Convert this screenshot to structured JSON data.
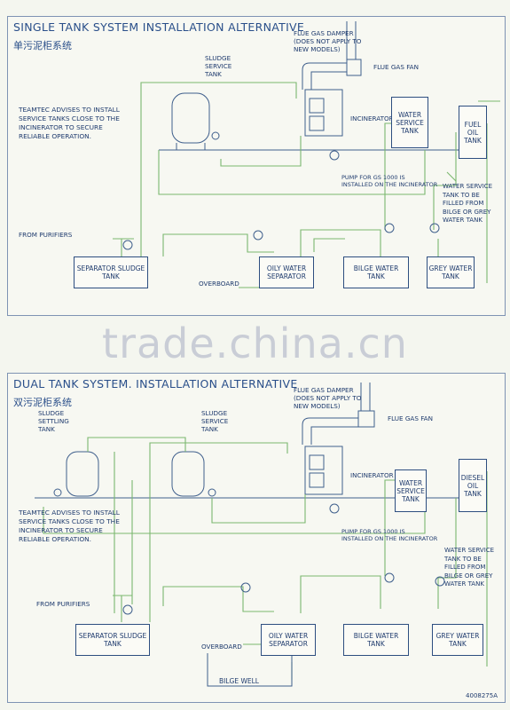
{
  "single": {
    "title": "SINGLE TANK SYSTEM INSTALLATION ALTERNATIVE",
    "title_cn": "单污泥柜系统",
    "flue_gas_damper": "FLUE GAS DAMPER\n(DOES NOT APPLY TO\nNEW MODELS)",
    "flue_gas_fan": "FLUE GAS FAN",
    "sludge_service_tank": "SLUDGE\nSERVICE\nTANK",
    "advice": "TEAMTEC ADVISES TO INSTALL\nSERVICE TANKS CLOSE TO THE\nINCINERATOR TO SECURE\nRELIABLE OPERATION.",
    "incinerator": "INCINERATOR",
    "water_service_tank": "WATER\nSERVICE\nTANK",
    "fuel_oil_tank": "FUEL\nOIL\nTANK",
    "pump_note": "PUMP FOR GS 1000 IS\nINSTALLED ON THE INCINERATOR",
    "ws_fill_note": "WATER SERVICE\nTANK TO BE\nFILLED FROM\nBILGE OR GREY\nWATER TANK",
    "from_purifiers": "FROM PURIFIERS",
    "separator_sludge_tank": "SEPARATOR SLUDGE\nTANK",
    "oily_water_separator": "OILY WATER\nSEPARATOR",
    "bilge_water_tank": "BILGE WATER\nTANK",
    "grey_water_tank": "GREY WATER\nTANK",
    "overboard": "OVERBOARD"
  },
  "dual": {
    "title": "DUAL TANK SYSTEM. INSTALLATION ALTERNATIVE",
    "title_cn": "双污泥柜系统",
    "flue_gas_damper": "FLUE GAS DAMPER\n(DOES NOT APPLY TO\nNEW MODELS)",
    "flue_gas_fan": "FLUE GAS FAN",
    "sludge_settling_tank": "SLUDGE\nSETTLING\nTANK",
    "sludge_service_tank": "SLUDGE\nSERVICE\nTANK",
    "advice": "TEAMTEC ADVISES TO INSTALL\nSERVICE TANKS CLOSE TO THE\nINCINERATOR TO SECURE\nRELIABLE OPERATION.",
    "incinerator": "INCINERATOR",
    "water_service_tank": "WATER\nSERVICE\nTANK",
    "diesel_oil_tank": "DIESEL\nOIL\nTANK",
    "pump_note": "PUMP FOR GS 1000 IS\nINSTALLED ON THE INCINERATOR",
    "ws_fill_note": "WATER SERVICE\nTANK TO BE\nFILLED FROM\nBILGE OR GREY\nWATER TANK",
    "from_purifiers": "FROM PURIFIERS",
    "separator_sludge_tank": "SEPARATOR SLUDGE\nTANK",
    "oily_water_separator": "OILY WATER\nSEPARATOR",
    "bilge_water_tank": "BILGE WATER\nTANK",
    "grey_water_tank": "GREY WATER\nTANK",
    "overboard": "OVERBOARD",
    "bilge_well": "BILGE WELL"
  },
  "watermark": "trade.china.cn",
  "doc_id": "4008275A"
}
